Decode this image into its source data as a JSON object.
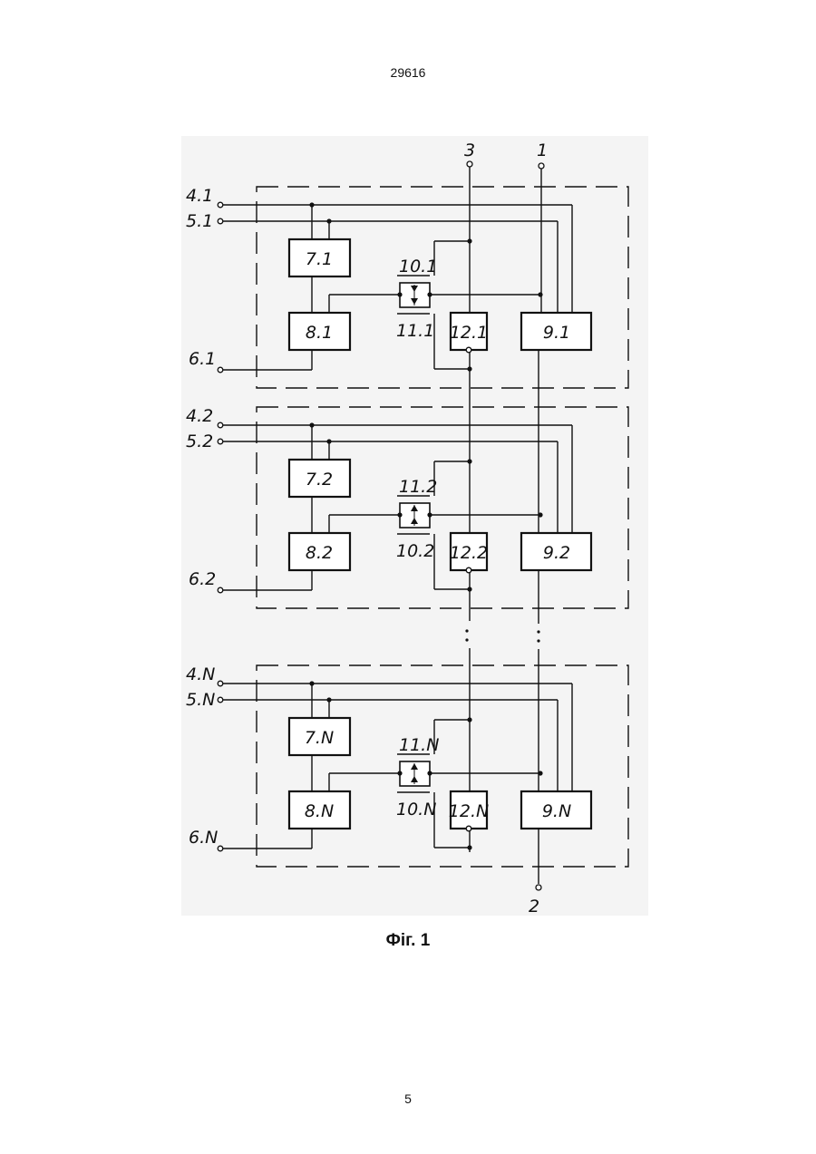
{
  "header": {
    "doc_number": "29616"
  },
  "figure": {
    "caption": "Фіг. 1",
    "terminals_top": {
      "t3": "3",
      "t1": "1"
    },
    "terminal_bottom": "2",
    "stages": [
      {
        "in4": "4.1",
        "in5": "5.1",
        "in6": "6.1",
        "b7": "7.1",
        "b8": "8.1",
        "b9": "9.1",
        "b12": "12.1",
        "top_label": "10.1",
        "bottom_label": "11.1"
      },
      {
        "in4": "4.2",
        "in5": "5.2",
        "in6": "6.2",
        "b7": "7.2",
        "b8": "8.2",
        "b9": "9.2",
        "b12": "12.2",
        "top_label": "11.2",
        "bottom_label": "10.2"
      },
      {
        "in4": "4.N",
        "in5": "5.N",
        "in6": "6.N",
        "b7": "7.N",
        "b8": "8.N",
        "b9": "9.N",
        "b12": "12.N",
        "top_label": "11.N",
        "bottom_label": "10.N"
      }
    ]
  },
  "footer": {
    "page_number": "5"
  }
}
